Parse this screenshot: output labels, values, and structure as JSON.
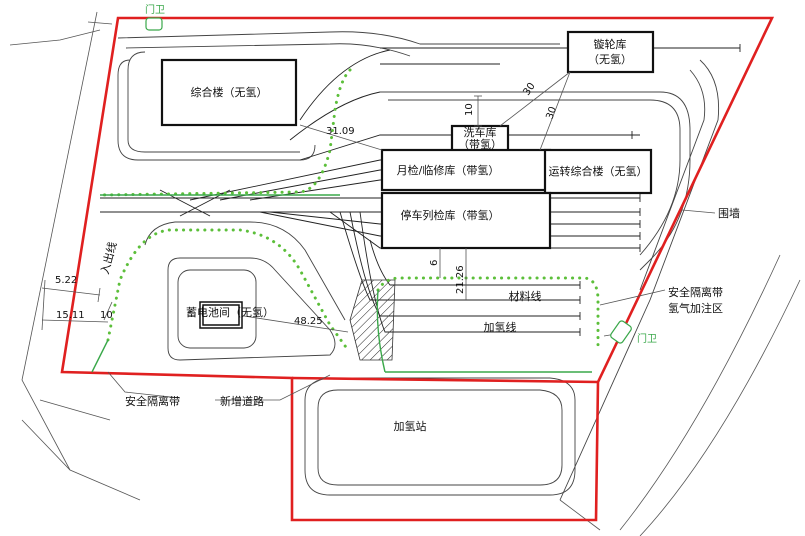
{
  "buildings": {
    "complex_building": "综合楼（无氢）",
    "wheel_shop_line1": "镟轮库",
    "wheel_shop_line2": "（无氢）",
    "wash_shop_line1": "洗车库",
    "wash_shop_line2": "（带氢）",
    "monthly_check": "月检/临修库（带氢）",
    "operations_building": "运转综合楼（无氢）",
    "parking_shed": "停车列检库（带氢）",
    "battery_room": "蓄电池间（无氢）",
    "hydrogen_station": "加氢站"
  },
  "tracks": {
    "material_line": "材料线",
    "hydrogen_line": "加氢线",
    "entry_exit_line": "入出线"
  },
  "zones": {
    "safety_belt_left": "安全隔离带",
    "safety_belt_right": "安全隔离带",
    "hydrogen_area": "氢气加注区",
    "new_road": "新增道路",
    "fence": "围墙"
  },
  "gates": {
    "top": "门卫",
    "right": "门卫"
  },
  "dimensions": {
    "d_31_09": "31.09",
    "d_10_top": "10",
    "d_30_a": "30",
    "d_30_b": "30",
    "d_6": "6",
    "d_21_26": "21.26",
    "d_48_25": "48.25",
    "d_5_22": "5.22",
    "d_15_11": "15.11",
    "d_10_left": "10"
  },
  "colors": {
    "boundary": "#e02020",
    "safety_belt": "#5cbf3a",
    "gate": "#3aa84a"
  }
}
